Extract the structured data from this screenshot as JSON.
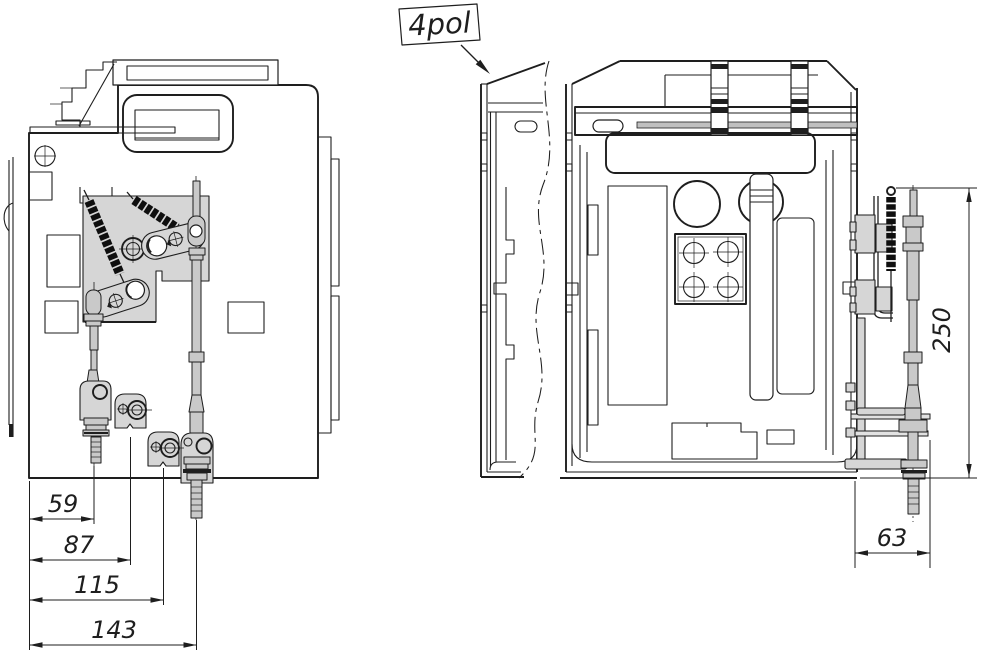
{
  "callout": {
    "label": "4pol"
  },
  "dimensions": {
    "rod1_offset": "59",
    "bracket1_offset": "87",
    "bracket2_offset": "115",
    "rod2_offset": "143",
    "terminal_width": "63",
    "mechanism_height": "250"
  },
  "colors": {
    "line": "#1e1e1e",
    "part_fill": "#d6d6d6",
    "rod_fill": "#c9c9c9",
    "spring": "#0f0f0f",
    "background": "#ffffff"
  }
}
